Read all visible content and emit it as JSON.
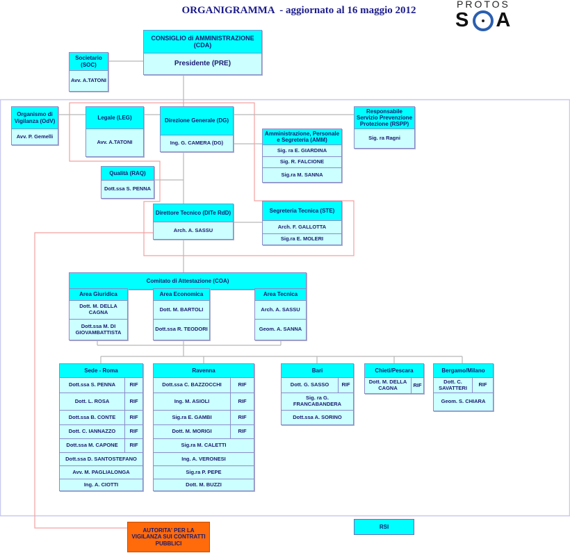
{
  "header": {
    "title": "ORGANIGRAMMA  - aggiornato al 16 maggio 2012",
    "logo_text": "PROTOS SOA"
  },
  "colors": {
    "header": "#00ffff",
    "row": "#ccffff",
    "border": "#8a8ac8",
    "text": "#1a1a6e",
    "red_frame": "#f4a0a0",
    "outer_frame": "#c8c8f0",
    "authority": "#ff6a0a"
  },
  "units": {
    "cda": {
      "header": "CONSIGLIO di AMMINISTRAZIONE (CDA)",
      "rows": [
        {
          "name": "Presidente (PRE)"
        }
      ]
    },
    "soc": {
      "header": "Societario (SOC)",
      "rows": [
        {
          "name": "Avv. A.TATONI"
        }
      ]
    },
    "odv": {
      "header": "Organismo di Vigilanza (OdV)",
      "rows": [
        {
          "name": "Avv. P. Gemelli"
        }
      ]
    },
    "leg": {
      "header": "Legale  (LEG)",
      "rows": [
        {
          "name": "Avv. A.TATONI"
        }
      ]
    },
    "dg": {
      "header": "Direzione Generale (DG)",
      "rows": [
        {
          "name": "Ing. G. CAMERA (DG)"
        }
      ]
    },
    "amm": {
      "header": "Amministrazione, Personale  e Segreteria (AMM)",
      "rows": [
        {
          "name": "Sig. ra E. GIARDINA"
        },
        {
          "name": "Sig. R. FALCIONE"
        },
        {
          "name": "Sig.ra M. SANNA"
        }
      ]
    },
    "rspp": {
      "header": "Responsabile Servizio Prevenzione Protezione (RSPP)",
      "rows": [
        {
          "name": "Sig. ra Ragni"
        }
      ]
    },
    "raq": {
      "header": "Qualità (RAQ)",
      "rows": [
        {
          "name": "Dott.ssa S. PENNA"
        }
      ]
    },
    "dt": {
      "header": "Direttore Tecnico (DITe RdD)",
      "rows": [
        {
          "name": "Arch. A. SASSU"
        }
      ]
    },
    "ste": {
      "header": "Segreteria Tecnica (STE)",
      "rows": [
        {
          "name": "Arch. F. GALLOTTA"
        },
        {
          "name": "Sig.ra E. MOLERI"
        }
      ]
    },
    "coa": {
      "header": "Comitato di Attestazione (COA)",
      "rows": []
    },
    "giur": {
      "header": "Area Giuridica",
      "rows": [
        {
          "name": "Dott. M. DELLA CAGNA"
        },
        {
          "name": "Dott.ssa M. DI GIOVAMBATTISTA"
        }
      ]
    },
    "econ": {
      "header": "Area Economica",
      "rows": [
        {
          "name": "Dott. M. BARTOLI"
        },
        {
          "name": "Dott.ssa R. TEODORI"
        }
      ]
    },
    "tecn": {
      "header": "Area Tecnica",
      "rows": [
        {
          "name": "Arch. A. SASSU"
        },
        {
          "name": "Geom. A. SANNA"
        }
      ]
    },
    "roma": {
      "header": "Sede - Roma",
      "rows": [
        {
          "name": "Dott.ssa S. PENNA",
          "rif": "RIF"
        },
        {
          "name": "Dott. L. ROSA",
          "rif": "RIF"
        },
        {
          "name": "Dott.ssa B. CONTE",
          "rif": "RIF"
        },
        {
          "name": "Dott. C. IANNAZZO",
          "rif": "RIF"
        },
        {
          "name": "Dott.ssa M. CAPONE",
          "rif": "RIF"
        },
        {
          "name": "Dott.ssa D. SANTOSTEFANO"
        },
        {
          "name": "Avv. M. PAGLIALONGA"
        },
        {
          "name": "Ing. A. CIOTTI"
        }
      ]
    },
    "ravenna": {
      "header": "Ravenna",
      "rows": [
        {
          "name": "Dott.ssa C. BAZZOCCHI",
          "rif": "RIF"
        },
        {
          "name": "Ing. M. ASIOLI",
          "rif": "RIF"
        },
        {
          "name": "Sig.ra E. GAMBI",
          "rif": "RIF"
        },
        {
          "name": "Dott. M. MORIGI",
          "rif": "RIF"
        },
        {
          "name": "Sig.ra M. CALETTI"
        },
        {
          "name": "Ing. A. VERONESI"
        },
        {
          "name": "Sig.ra P. PEPE"
        },
        {
          "name": "Dott. M. BUZZI"
        }
      ]
    },
    "bari": {
      "header": "Bari",
      "rows": [
        {
          "name": "Dott. G. SASSO",
          "rif": "RIF"
        },
        {
          "name": "Sig. ra G. FRANCABANDERA"
        },
        {
          "name": "Dott.ssa A. SORINO"
        }
      ]
    },
    "chieti": {
      "header": "Chieti/Pescara",
      "rows": [
        {
          "name": "Dott. M. DELLA CAGNA",
          "rif": "RIF"
        }
      ]
    },
    "bergamo": {
      "header": "Bergamo/Milano",
      "rows": [
        {
          "name": "Dott. C. SAVATTERI",
          "rif": "RIF"
        },
        {
          "name": "Geom. S. CHIARA"
        }
      ]
    }
  },
  "rsi": "RSI",
  "authority": "AUTORITA' PER LA VIGILANZA SUI CONTRATTI PUBBLICI"
}
